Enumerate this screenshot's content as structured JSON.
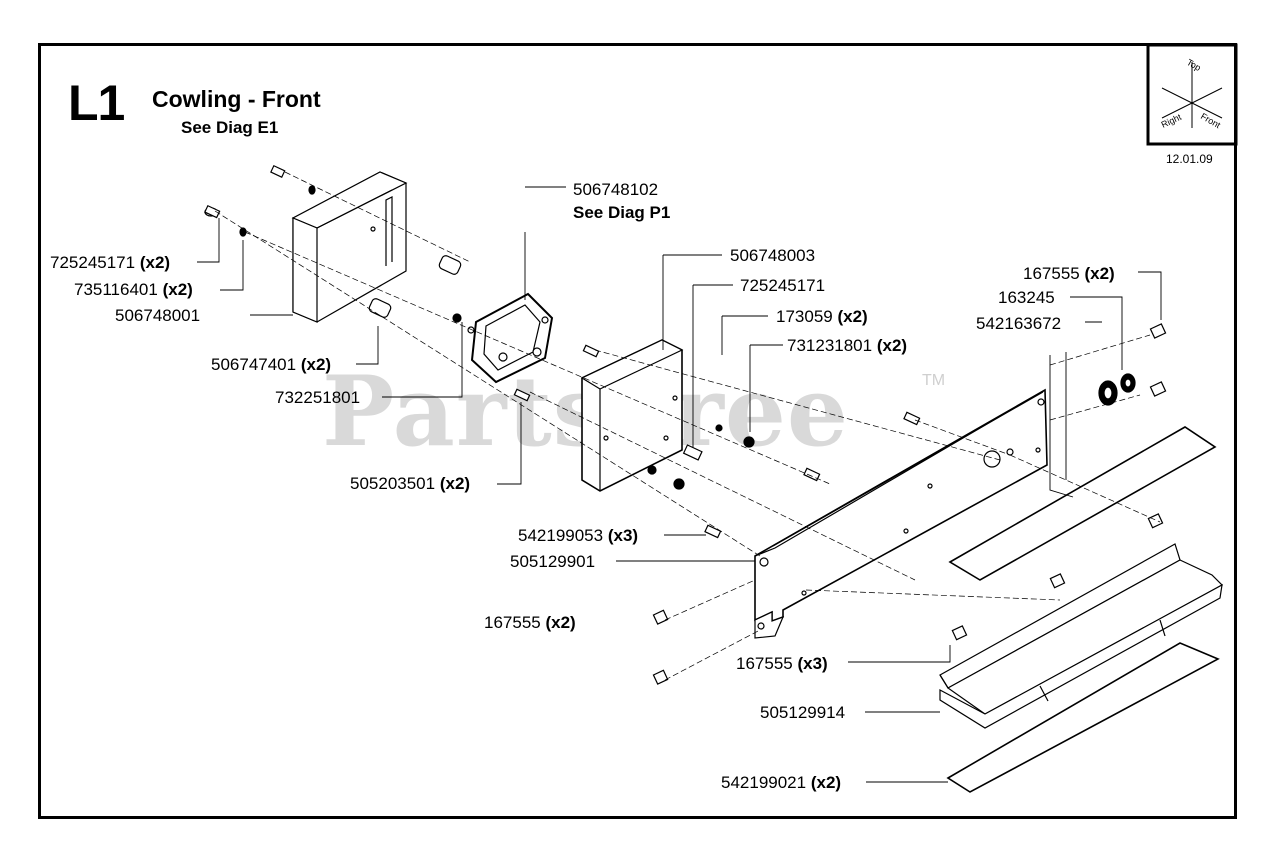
{
  "header": {
    "sheet_id": "L1",
    "title": "Cowling - Front",
    "subtitle": "See Diag E1",
    "date": "12.01.09"
  },
  "orientation": {
    "top": "Top",
    "right": "Right",
    "front": "Front"
  },
  "watermark": {
    "text": "PartsTree",
    "tm": "TM"
  },
  "callouts": [
    {
      "part": "725245171",
      "qty": "(x2)"
    },
    {
      "part": "735116401",
      "qty": "(x2)"
    },
    {
      "part": "506748001",
      "qty": ""
    },
    {
      "part": "506747401",
      "qty": "(x2)"
    },
    {
      "part": "732251801",
      "qty": ""
    },
    {
      "part": "505203501",
      "qty": "(x2)"
    },
    {
      "part": "506748102",
      "qty": "",
      "note": "See Diag P1"
    },
    {
      "part": "506748003",
      "qty": ""
    },
    {
      "part": "725245171",
      "qty": ""
    },
    {
      "part": "173059",
      "qty": "(x2)"
    },
    {
      "part": "731231801",
      "qty": "(x2)"
    },
    {
      "part": "167555",
      "qty": "(x2)"
    },
    {
      "part": "163245",
      "qty": ""
    },
    {
      "part": "542163672",
      "qty": ""
    },
    {
      "part": "542199053",
      "qty": "(x3)"
    },
    {
      "part": "505129901",
      "qty": ""
    },
    {
      "part": "167555",
      "qty": "(x2)"
    },
    {
      "part": "167555",
      "qty": "(x3)"
    },
    {
      "part": "505129914",
      "qty": ""
    },
    {
      "part": "542199021",
      "qty": "(x2)"
    }
  ]
}
